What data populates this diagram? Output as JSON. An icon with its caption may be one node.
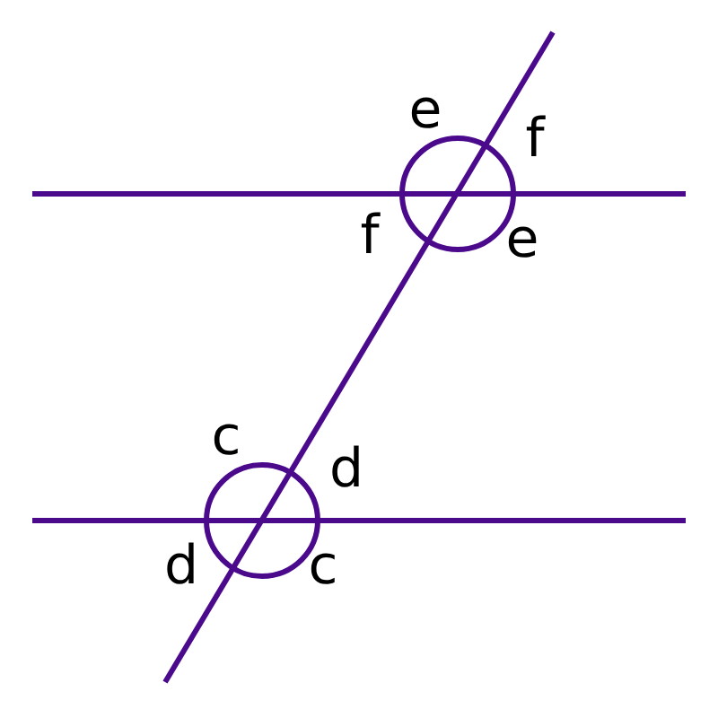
{
  "diagram": {
    "labels": [
      "e",
      "f",
      "f",
      "e",
      "c",
      "d",
      "d",
      "c"
    ]
  }
}
